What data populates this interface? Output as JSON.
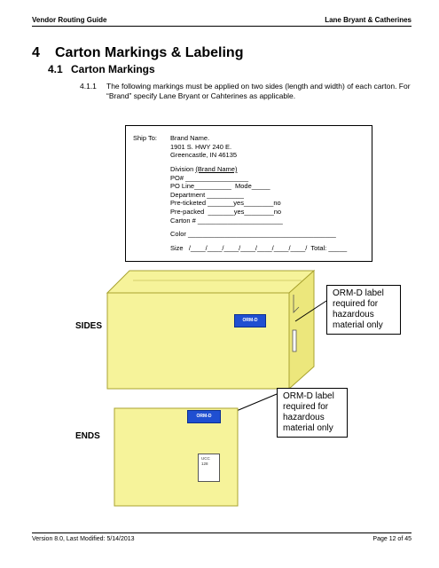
{
  "header": {
    "left": "Vendor Routing Guide",
    "right": "Lane Bryant & Catherines"
  },
  "section": {
    "number": "4",
    "title": "Carton Markings & Labeling"
  },
  "subsection": {
    "number": "4.1",
    "title": "Carton Markings"
  },
  "paragraph": {
    "number": "4.1.1",
    "text": "The following markings must be applied on two sides (length and width) of each carton.  For “Brand” specify Lane Bryant or Cahterines as applicable."
  },
  "label": {
    "ship_to": "Ship To:",
    "address": [
      "Brand Name.",
      "1901 S. HWY 240 E.",
      "Greencastle, IN 46135"
    ],
    "division_prefix": "Division ",
    "division_brand": "(Brand Name)",
    "fields": [
      "PO# _________________",
      "PO Line__________  Mode_____",
      "Department __________",
      "Pre-ticketed _______yes________no",
      "Pre-packed  _______yes________no",
      "Carton # _______________________"
    ],
    "color_line": "Color ________________________________________",
    "size_line": "Size   /____/____/____/____/____/____/____/  Total: _____"
  },
  "diagram": {
    "sides_label": "SIDES",
    "ends_label": "ENDS",
    "ormd_tag": "ORM-D",
    "ucc_tag": [
      "UCC",
      "128"
    ],
    "callout_text": "ORM-D label required for hazardous material only",
    "colors": {
      "carton": "#f6f39a",
      "carton_edge": "#a9a330",
      "ormd": "#1f4fd1"
    }
  },
  "footer": {
    "left": "Version 8.0, Last Modified: 5/14/2013",
    "right": "Page 12 of 45"
  }
}
